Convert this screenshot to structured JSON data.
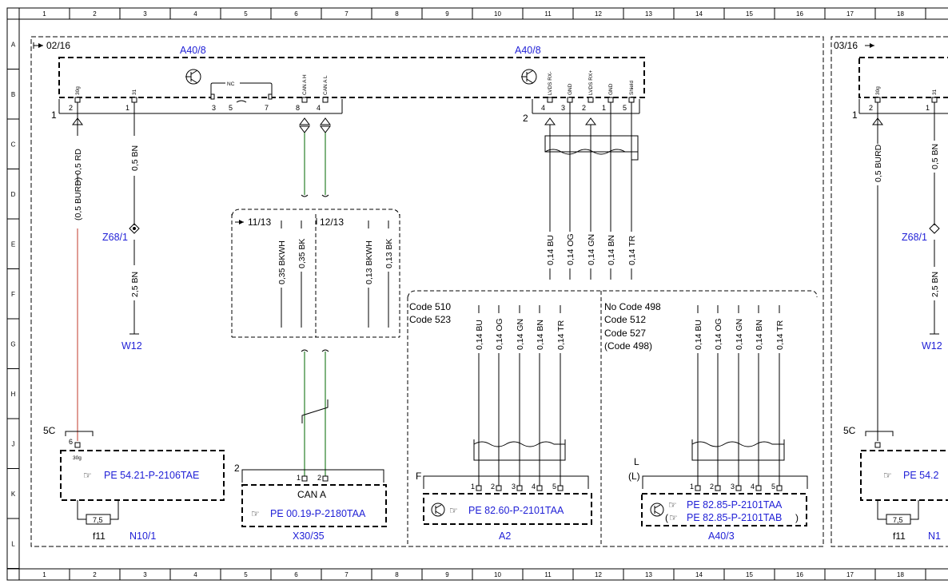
{
  "colors": {
    "blue": "#1f1fd6",
    "green": "#3a8a3a",
    "red": "#c0392b",
    "line": "#000000"
  },
  "grid": {
    "columns": [
      "1",
      "2",
      "3",
      "4",
      "5",
      "6",
      "7",
      "8",
      "9",
      "10",
      "11",
      "12",
      "13",
      "14",
      "15",
      "16",
      "17",
      "18"
    ],
    "rows": [
      "A",
      "B",
      "C",
      "D",
      "E",
      "F",
      "G",
      "H",
      "J",
      "K",
      "L"
    ]
  },
  "page_refs": {
    "prev": "02/16",
    "next": "03/16"
  },
  "components": {
    "a40_8_left": "A40/8",
    "a40_8_right": "A40/8",
    "z68": "Z68/1",
    "w12": "W12",
    "n10": "N10/1",
    "f11": "f11",
    "fuse_val": "7,5",
    "x30": "X30/35",
    "a2": "A2",
    "a40_3": "A40/3",
    "z68_b": "Z68/1",
    "w12_b": "W12",
    "n10_b": "N1",
    "f11_b": "f11",
    "fuse_val_b": "7,5"
  },
  "pins": {
    "p30g": "30g",
    "p31": "31",
    "nc": "NC",
    "can_h": "CAN A H",
    "can_l": "CAN A L",
    "lvds_neg": "LVDS RX-",
    "gnd1": "GND",
    "lvds_pos": "LVDS RX+",
    "gnd2": "GND",
    "shield": "Shield",
    "n2": "2",
    "n1": "1",
    "n3": "3",
    "n5": "5",
    "n7": "7",
    "n8": "8",
    "n4": "4",
    "r4": "4",
    "r3": "3",
    "r2": "2",
    "r1": "1",
    "r5": "5",
    "conn1": "1",
    "conn2": "2",
    "b2": "2",
    "b1": "1",
    "b30g": "30g",
    "b31": "31",
    "j6": "6",
    "j30g": "30g"
  },
  "wires": {
    "burd": "(0,5 BURD) 0,5 RD",
    "bn05": "0,5 BN",
    "bn25": "2,5 BN",
    "bkwh035": "0,35 BKWH",
    "bk035": "0,35 BK",
    "bkwh013": "0,13 BKWH",
    "bk013": "0,13 BK",
    "bu014": "0,14 BU",
    "og014": "0,14 OG",
    "gn014": "0,14 GN",
    "bn014": "0,14 BN",
    "tr014": "0,14 TR",
    "burd_b": "0,5 BURD",
    "bn05_b": "0,5 BN",
    "bn25_b": "2,5 BN"
  },
  "refs": {
    "r1113": "11/13",
    "r1213": "12/13",
    "pe_n10": "PE 54.21-P-2106TAE",
    "pe_x30": "PE 00.19-P-2180TAA",
    "pe_a2": "PE 82.60-P-2101TAA",
    "pe_a403a": "PE 82.85-P-2101TAA",
    "pe_a403b": "PE 82.85-P-2101TAB",
    "pe_n10_b": "PE 54.2"
  },
  "codes": {
    "left": [
      "Code 510",
      "Code 523"
    ],
    "right": [
      "No Code 498",
      "Code 512",
      "Code 527",
      "(Code 498)"
    ]
  },
  "misc": {
    "can_a": "CAN A",
    "five_c": "5C",
    "five_c_b": "5C",
    "l": "L",
    "lp": "(L)",
    "f": "F",
    "one": "1",
    "two": "2",
    "two_x30": "2",
    "one_b": "1"
  }
}
